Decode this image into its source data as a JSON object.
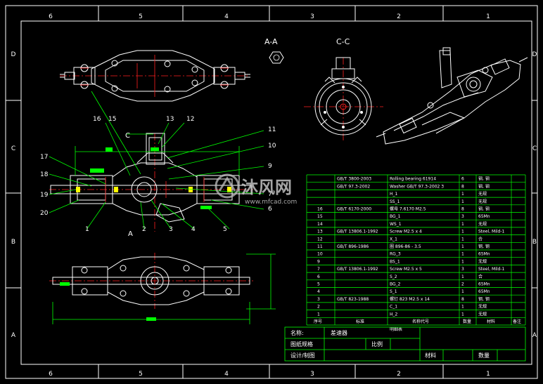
{
  "frame": {
    "top_numbers": [
      "6",
      "5",
      "4",
      "3",
      "2",
      "1"
    ],
    "bottom_numbers": [
      "6",
      "5",
      "4",
      "3",
      "2",
      "1"
    ],
    "side_letters": [
      "D",
      "C",
      "B",
      "A"
    ]
  },
  "views": {
    "section_aa": "A-A",
    "section_cc": "C-C",
    "section_mark_c": "C",
    "section_mark_a": "A"
  },
  "balloons": {
    "right": [
      "13",
      "12",
      "11",
      "10",
      "9",
      "7",
      "6",
      "5",
      "4",
      "3",
      "2"
    ],
    "top": [
      "16",
      "15"
    ],
    "left": [
      "17",
      "18",
      "19",
      "20",
      "1"
    ]
  },
  "watermark": {
    "text": "沐风网",
    "url": "www.mfcad.com"
  },
  "bom": {
    "rows": [
      {
        "no": "",
        "std": "GB/T 3800-2003",
        "name": "Rolling bearing 61914",
        "qty": "6",
        "mat": "钢, 钢"
      },
      {
        "no": "",
        "std": "GB/T 97.3-2002",
        "name": "Washer GB/T 97.3-2002 3",
        "qty": "8",
        "mat": "钢, 钢"
      },
      {
        "no": "",
        "std": "",
        "name": "H_1",
        "qty": "1",
        "mat": "无规"
      },
      {
        "no": "",
        "std": "",
        "name": "SS_1",
        "qty": "1",
        "mat": "无规"
      },
      {
        "no": "16",
        "std": "GB/T 6170-2000",
        "name": "螺母 7.6170 M2.5",
        "qty": "8",
        "mat": "钢, 钢"
      },
      {
        "no": "15",
        "std": "",
        "name": "BG_1",
        "qty": "3",
        "mat": "65Mn"
      },
      {
        "no": "14",
        "std": "",
        "name": "WS_1",
        "qty": "1",
        "mat": "无规"
      },
      {
        "no": "13",
        "std": "GB/T 13806.1-1992",
        "name": "Screw  M2.5 x 4",
        "qty": "1",
        "mat": "Steel, Mild-1"
      },
      {
        "no": "12",
        "std": "",
        "name": "X_1",
        "qty": "1",
        "mat": "合"
      },
      {
        "no": "11",
        "std": "GB/T 896-1986",
        "name": "圈 896-86 - 3.5",
        "qty": "1",
        "mat": "钢, 钢"
      },
      {
        "no": "10",
        "std": "",
        "name": "RG_3",
        "qty": "1",
        "mat": "65Mn"
      },
      {
        "no": "9",
        "std": "",
        "name": "BS_1",
        "qty": "1",
        "mat": "无规"
      },
      {
        "no": "7",
        "std": "GB/T 13806.1-1992",
        "name": "Screw  M2.5 x 5",
        "qty": "3",
        "mat": "Steel, Mild-1"
      },
      {
        "no": "6",
        "std": "",
        "name": "S_2",
        "qty": "1",
        "mat": "合"
      },
      {
        "no": "5",
        "std": "",
        "name": "BG_2",
        "qty": "2",
        "mat": "65Mn"
      },
      {
        "no": "4",
        "std": "",
        "name": "S_1",
        "qty": "1",
        "mat": "65Mn"
      },
      {
        "no": "3",
        "std": "GB/T 823-1988",
        "name": "螺钉 823 M2.5 x 14",
        "qty": "8",
        "mat": "钢, 钢"
      },
      {
        "no": "2",
        "std": "",
        "name": "C_1",
        "qty": "1",
        "mat": "无规"
      },
      {
        "no": "1",
        "std": "",
        "name": "H_2",
        "qty": "1",
        "mat": "无规"
      }
    ],
    "header": {
      "no": "序号",
      "std": "标准",
      "name": "名称代号",
      "qty": "数量",
      "mat": "材料",
      "note": "备注"
    },
    "caption": "明细表"
  },
  "title_block": {
    "name_label": "名称:",
    "name_value": "差速器",
    "spec_label": "图纸规格",
    "scale_label": "比例",
    "design_label": "设计/制图",
    "material_label": "材料",
    "qty_label": "数量"
  },
  "colors": {
    "frame": "#ffffff",
    "line": "#00ff00",
    "part": "#ffffff",
    "center": "#ff2020",
    "dim": "#00ff00",
    "text": "#ffffff"
  }
}
